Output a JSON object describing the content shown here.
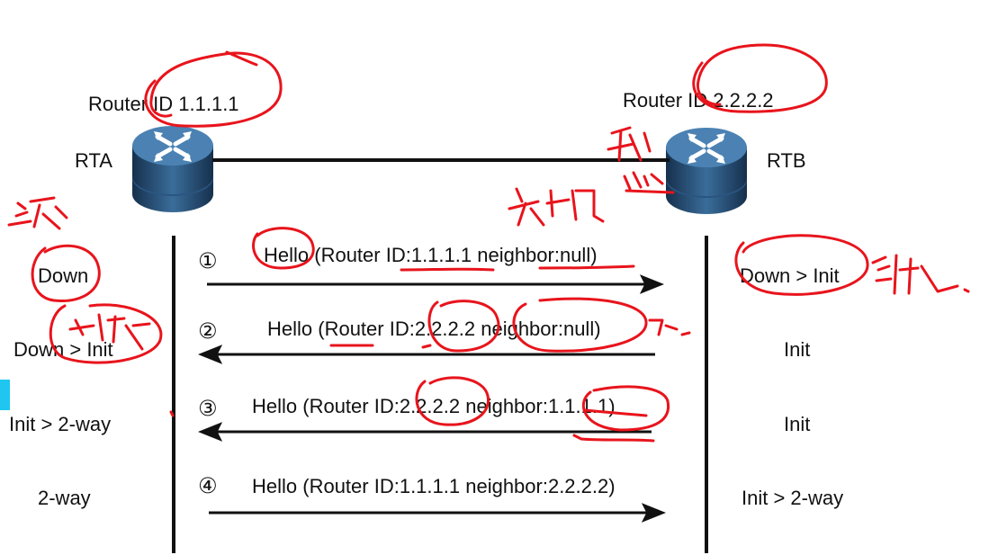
{
  "routers": {
    "rta": {
      "name": "RTA",
      "router_id_label": "Router ID 1.1.1.1"
    },
    "rtb": {
      "name": "RTB",
      "router_id_label": "Router ID 2.2.2.2"
    }
  },
  "messages": [
    {
      "step": "①",
      "text": "Hello (Router ID:1.1.1.1 neighbor:null)",
      "direction": "RTA->RTB"
    },
    {
      "step": "②",
      "text": "Hello (Router ID:2.2.2.2 neighbor:null)",
      "direction": "RTB->RTA"
    },
    {
      "step": "③",
      "text": "Hello (Router ID:2.2.2.2 neighbor:1.1.1.1)",
      "direction": "RTB->RTA"
    },
    {
      "step": "④",
      "text": "Hello (Router ID:1.1.1.1 neighbor:2.2.2.2)",
      "direction": "RTA->RTB"
    }
  ],
  "states": {
    "rta": [
      "Down",
      "Down > Init",
      "Init > 2-way",
      "2-way"
    ],
    "rtb": [
      "Down > Init",
      "Init",
      "Init",
      "Init >  2-way"
    ]
  },
  "colors": {
    "ink": "#e8141c",
    "router_dark": "#1d3b5c",
    "router_light": "#3d6f9c"
  },
  "icons": [
    "router-icon"
  ]
}
